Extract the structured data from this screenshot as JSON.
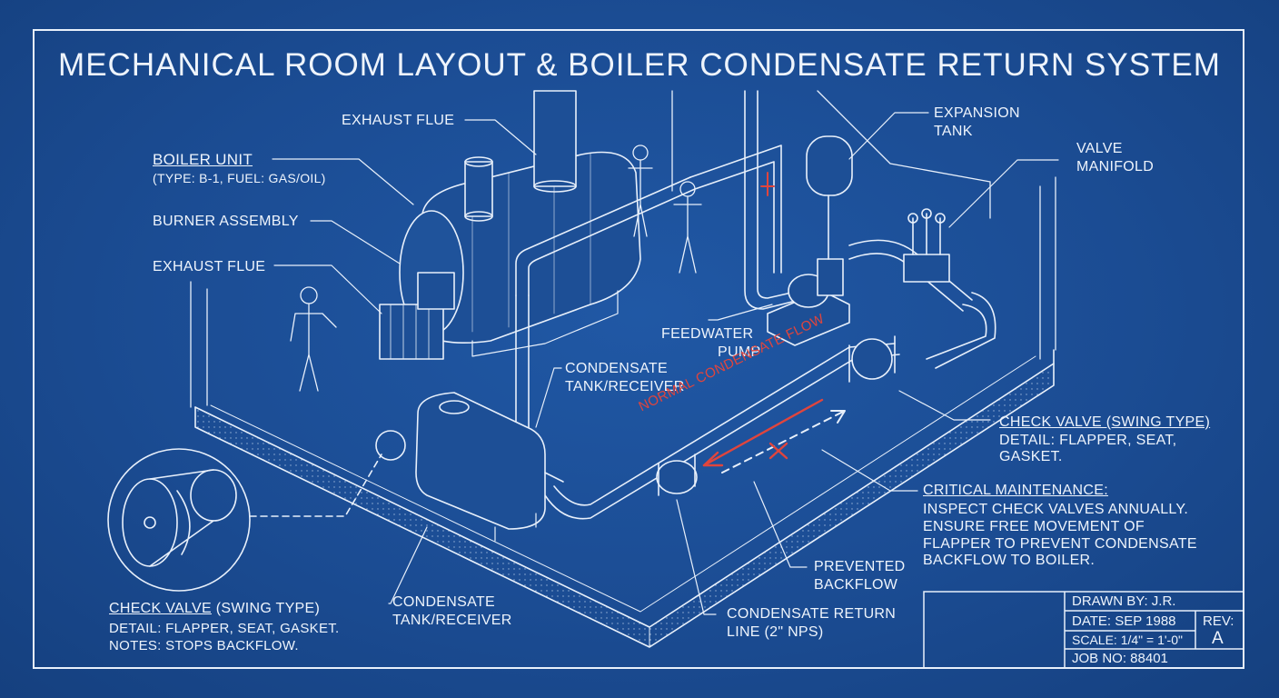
{
  "title": "MECHANICAL ROOM LAYOUT & BOILER CONDENSATE RETURN SYSTEM",
  "labels": {
    "exhaust_flue_top": "EXHAUST FLUE",
    "boiler_unit": "BOILER UNIT",
    "boiler_type": "(TYPE: B-1, FUEL: GAS/OIL)",
    "burner_assembly": "BURNER ASSEMBLY",
    "exhaust_flue_left": "EXHAUST FLUE",
    "expansion_tank": [
      "EXPANSION",
      "TANK"
    ],
    "valve_manifold": [
      "VALVE",
      "MANIFOLD"
    ],
    "feedwater_pump": [
      "FEEDWATER",
      "PUMP"
    ],
    "condensate_tank_top": [
      "CONDENSATE",
      "TANK/RECEIVER"
    ],
    "normal_flow": "NORMAL CONDENSATE FLOW",
    "check_valve_right": {
      "title": "CHECK VALVE (SWING TYPE)",
      "detail": [
        "DETAIL: FLAPPER, SEAT,",
        "GASKET."
      ]
    },
    "critical_maintenance": {
      "title": "CRITICAL MAINTENANCE:",
      "lines": [
        "INSPECT CHECK VALVES ANNUALLY.",
        "ENSURE FREE MOVEMENT OF",
        "FLAPPER TO PREVENT CONDENSATE",
        "BACKFLOW TO BOILER."
      ]
    },
    "prevented_backflow": [
      "PREVENTED",
      "BACKFLOW"
    ],
    "condensate_return_line": [
      "CONDENSATE RETURN",
      "LINE (2\" NPS)"
    ],
    "condensate_tank_bottom": [
      "CONDENSATE",
      "TANK/RECEIVER"
    ],
    "check_valve_left": {
      "title": "CHECK VALVE",
      "title_suffix": " (SWING TYPE)",
      "lines": [
        "DETAIL: FLAPPER, SEAT, GASKET.",
        "NOTES: STOPS BACKFLOW."
      ]
    }
  },
  "title_block": {
    "drawn_by": "DRAWN BY: J.R.",
    "date": "DATE: SEP 1988",
    "scale": "SCALE: 1/4\" = 1'-0\"",
    "job_no": "JOB NO: 88401",
    "rev_label": "REV:",
    "rev_value": "A"
  },
  "colors": {
    "background": "#1b4c93",
    "line": "#e8f0fb",
    "accent_red": "#e0453d"
  }
}
